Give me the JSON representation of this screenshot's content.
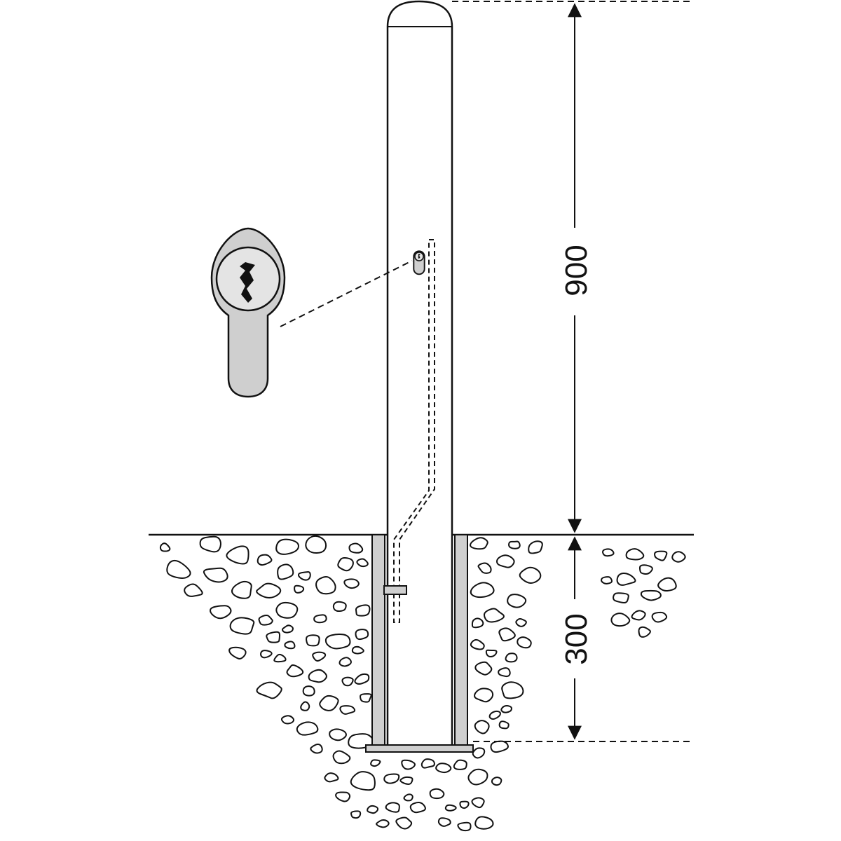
{
  "dimensions": {
    "above_ground": "900",
    "below_ground": "300"
  },
  "colors": {
    "line": "#111111",
    "metal": "#cfcfcf",
    "background": "#ffffff"
  },
  "icons": {
    "lock_detail": "euro-profile-cylinder-lock-icon",
    "bollard": "bollard-post",
    "ground": "gravel-ground"
  }
}
